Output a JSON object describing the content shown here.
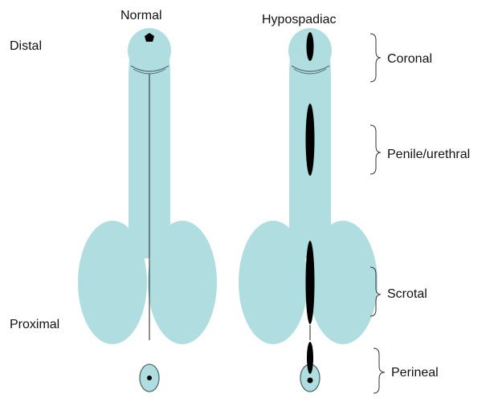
{
  "columns": {
    "normal": "Normal",
    "hypospadiac": "Hypospadiac"
  },
  "axis": {
    "distal": "Distal",
    "proximal": "Proximal"
  },
  "locations": {
    "coronal": "Coronal",
    "penile": "Penile/urethral",
    "scrotal": "Scrotal",
    "perineal": "Perineal"
  },
  "colors": {
    "organ_fill": "#b0dde0",
    "outline": "#4d6b70",
    "meatus": "#000000",
    "bracket": "#333333"
  }
}
